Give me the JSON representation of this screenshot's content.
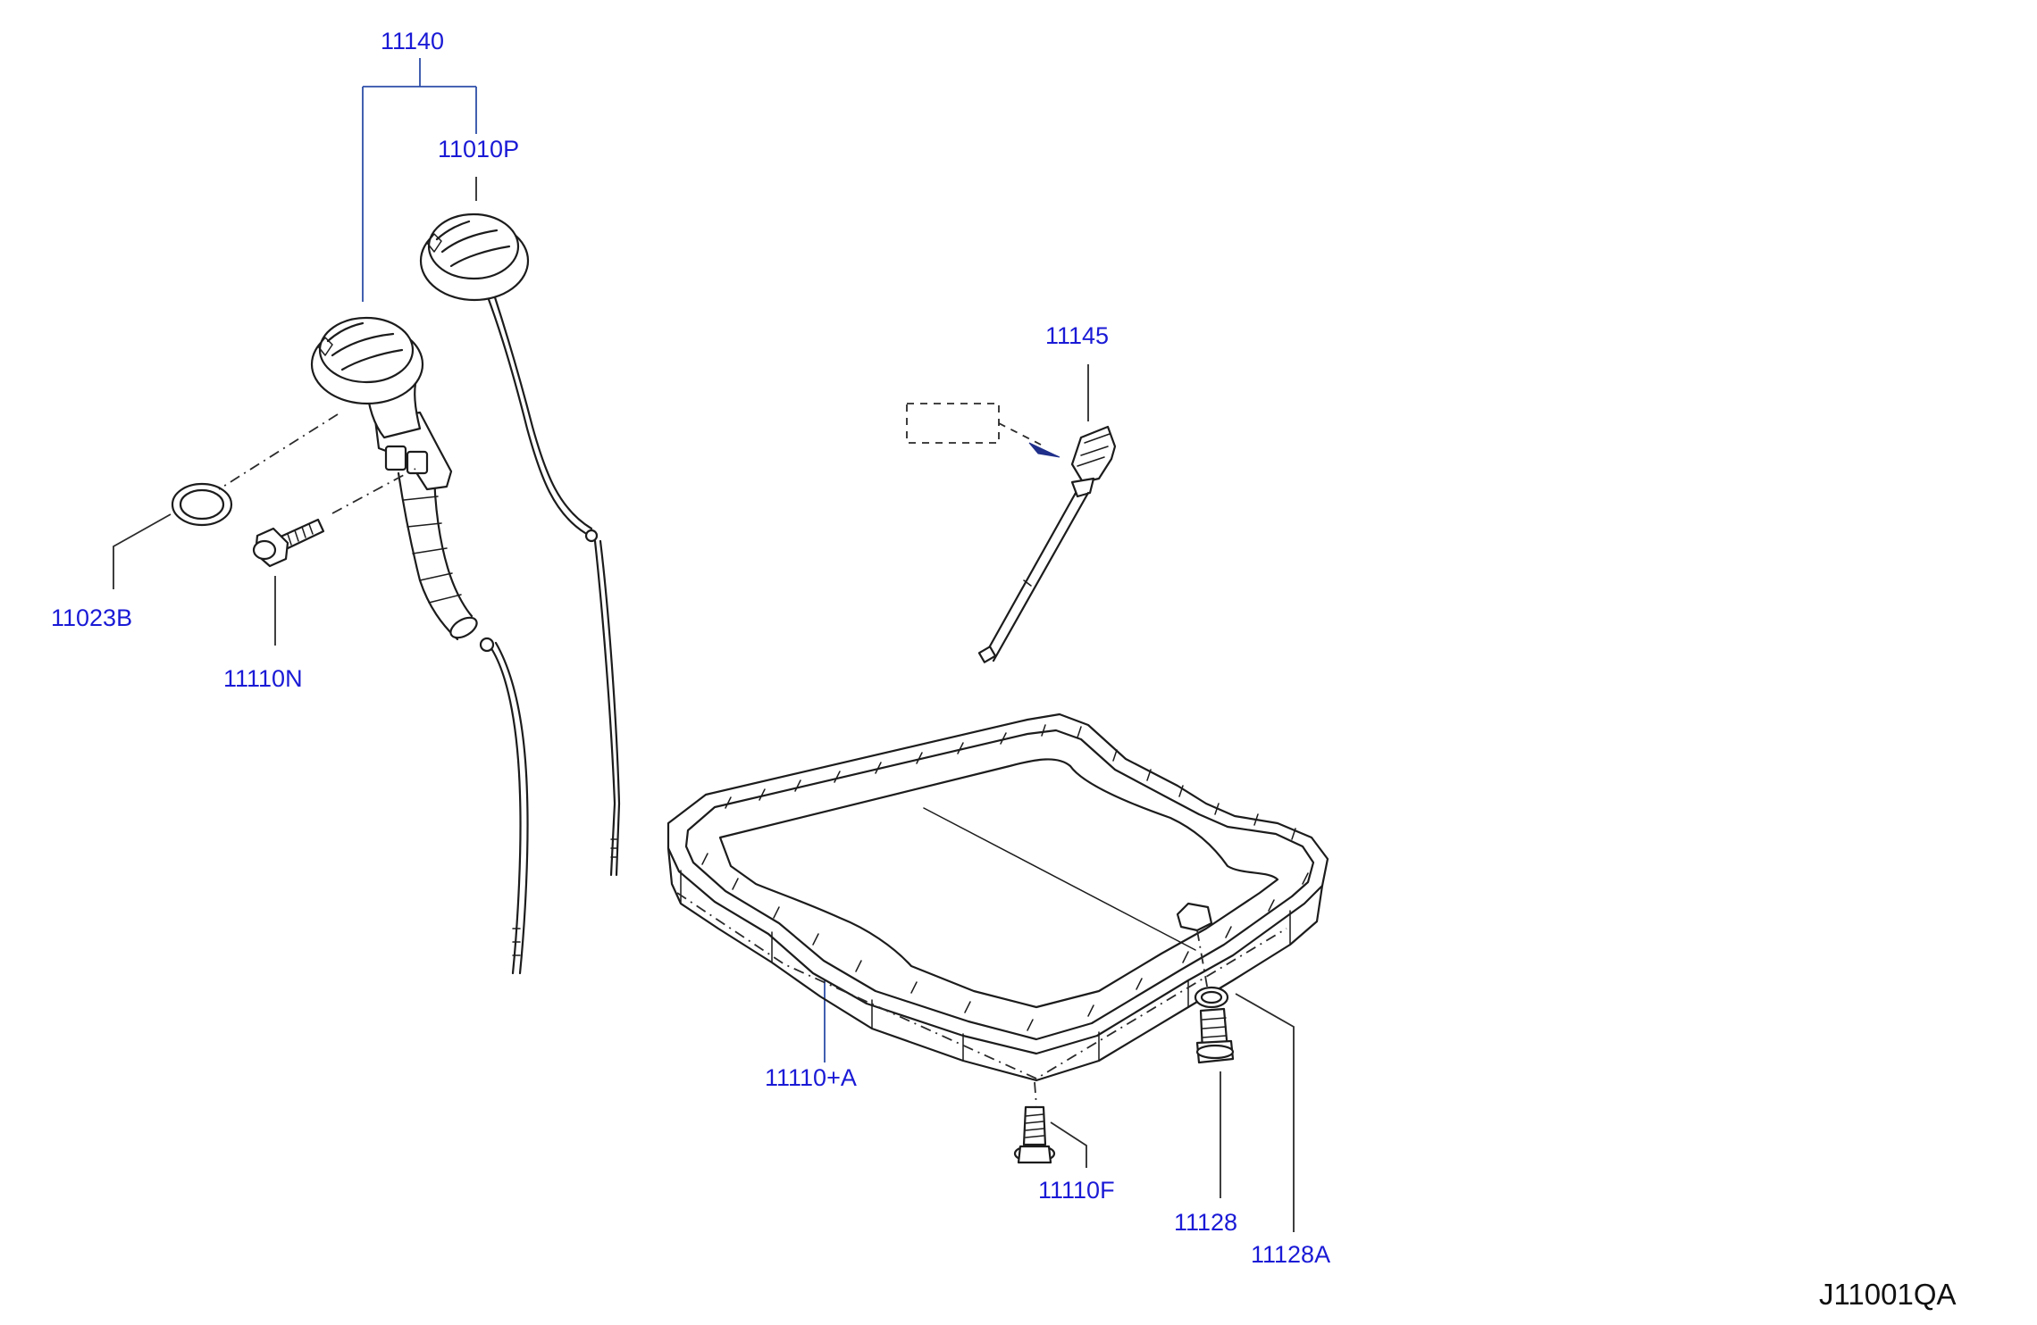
{
  "diagram_code": "J11001QA",
  "part_labels": {
    "p11140": "11140",
    "p11010P": "11010P",
    "p11023B": "11023B",
    "p11110N": "11110N",
    "p11145": "11145",
    "p11110A": "11110+A",
    "p11110F": "11110F",
    "p11128": "11128",
    "p11128A": "11128A"
  },
  "colors": {
    "label": "#1a1ad6",
    "leader_blue": "#2d4ea8",
    "ink": "#1c1c1c"
  }
}
